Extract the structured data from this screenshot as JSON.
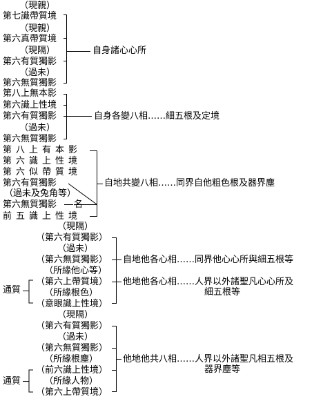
{
  "s1": {
    "lines": [
      "（現親）",
      "第七識帶質境",
      "（現親）",
      "第六真帶質境",
      "（現隔）",
      "第六有質獨影",
      "（過未）",
      "第六無質獨影"
    ],
    "result": "自身諸心心所"
  },
  "s2": {
    "lines": [
      "第八上無本影",
      "第六識上性境",
      "第六有質獨影",
      "（過未）",
      "第六無質獨影"
    ],
    "result": "自身各變八相……細五根及定境"
  },
  "s3": {
    "lines": [
      "第八上有本影",
      "第六識上性境",
      "第六似帶質境",
      "第六有質獨影",
      "（過未及兔角等）",
      "第六無質獨影",
      "前五識上性境"
    ],
    "ming": "名",
    "result": "自地共變八相……同界自他粗色根及器界塵"
  },
  "s4": {
    "label": "通質",
    "lines": [
      "（現隔）",
      "（第六有質獨影）",
      "（過未）",
      "（第六無質獨影）",
      "（所緣他心等）",
      "（第六上帶質境）",
      "（所緣根色）",
      "（意眼識上性境）"
    ],
    "r1": "自地他各心相……同界他心心所與細五根等",
    "r2a": "他地他各心相……人界以外諸聖凡心心所及",
    "r2b": "細五根等"
  },
  "s5": {
    "label": "通質",
    "lines": [
      "（現隔）",
      "（第六有質獨影）",
      "（過未）",
      "（第六無質獨影）",
      "（所緣根塵）",
      "（前六識上性境）",
      "（所緣人物）",
      "（第六上帶質境）"
    ],
    "r1a": "他地他共八相……人界以外諸聖凡相五根及",
    "r1b": "器界塵等"
  }
}
